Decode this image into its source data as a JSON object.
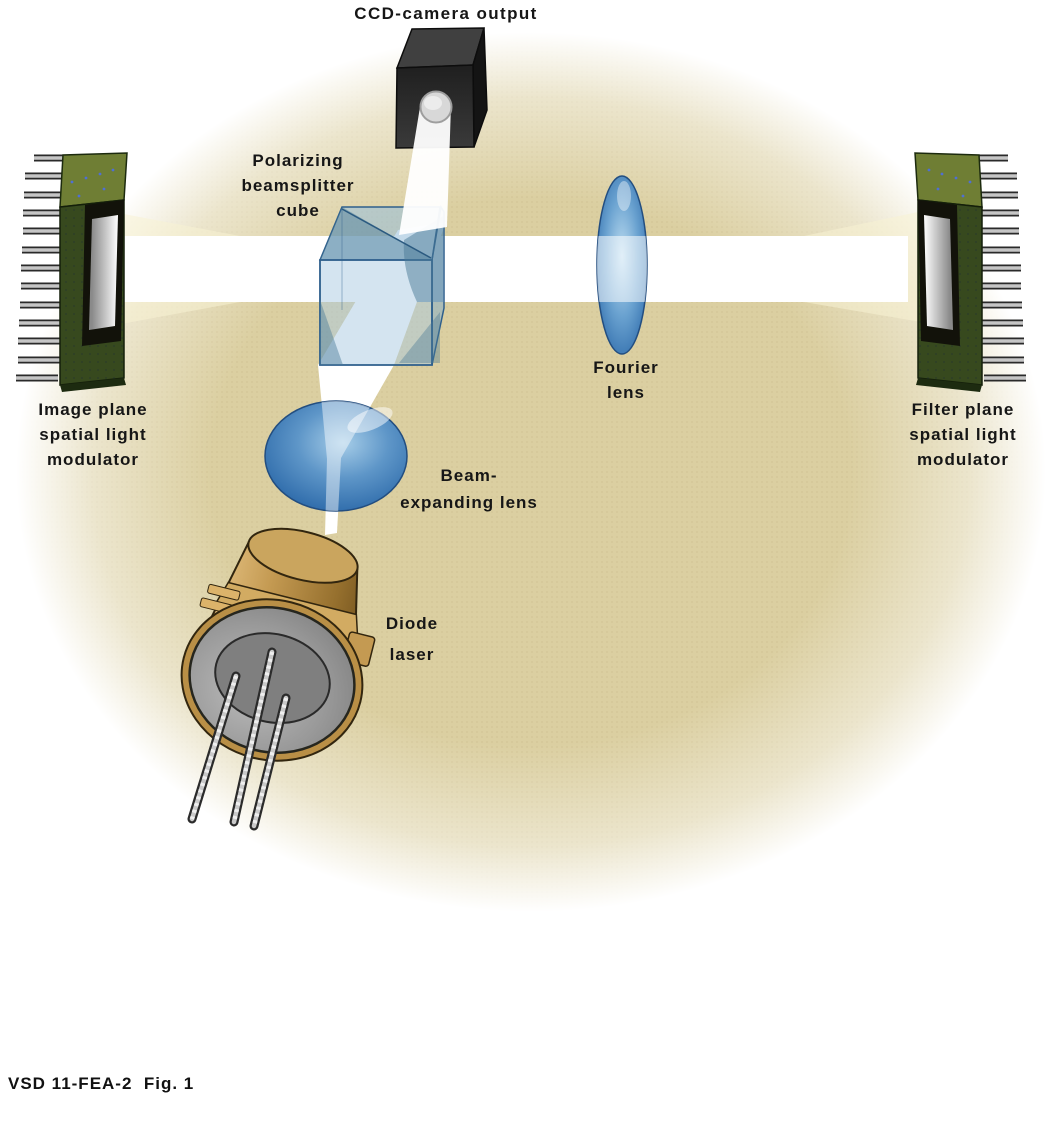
{
  "labels": {
    "ccd_camera_output": {
      "lines": [
        "CCD-camera output"
      ]
    },
    "polarizing_beamsplitter_cube": {
      "lines": [
        "Polarizing",
        "beamsplitter",
        "cube"
      ]
    },
    "fourier_lens": {
      "lines": [
        "Fourier",
        "lens"
      ]
    },
    "image_plane_slm": {
      "lines": [
        "Image plane",
        "spatial light",
        "modulator"
      ]
    },
    "filter_plane_slm": {
      "lines": [
        "Filter plane",
        "spatial light",
        "modulator"
      ]
    },
    "beam_expanding_lens": {
      "lines": [
        "Beam-",
        "expanding lens"
      ]
    },
    "diode_laser": {
      "lines": [
        "Diode",
        "laser"
      ]
    },
    "figure_caption": "VSD 11-FEA-2  Fig. 1"
  },
  "colors": {
    "background_glow": "#dbcfa1",
    "beam_white": "#ffffff",
    "slm_face_green": "#37491e",
    "slm_top_green": "#6f7e34",
    "cube_blue": "#a9c9e2",
    "cube_edge_blue": "#2e5f8c",
    "lens_blue_dark": "#2f6cab",
    "lens_blue_light": "#bcdcf0",
    "camera_black": "#262626",
    "laser_brass": "#c49a52",
    "laser_face_grey": "#7f7f7f",
    "label_text": "#161616"
  }
}
